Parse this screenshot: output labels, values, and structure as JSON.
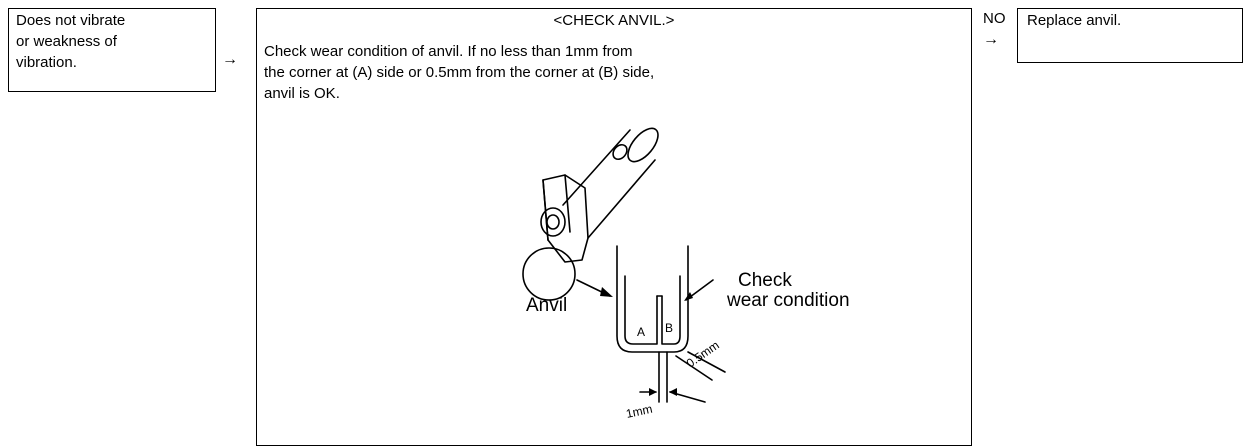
{
  "condition": {
    "lines": [
      "Does not vibrate",
      "or weakness of",
      "vibration."
    ]
  },
  "arrows": {
    "next": "→"
  },
  "check": {
    "title": "<CHECK ANVIL.>",
    "lines": [
      "Check wear condition of anvil. If no less than 1mm from",
      "the corner at (A) side or 0.5mm from the corner at (B) side,",
      "anvil is OK."
    ]
  },
  "branch": {
    "no_label": "NO"
  },
  "result": {
    "text": "Replace anvil."
  },
  "figure": {
    "label_anvil": "Anvil",
    "label_check_1": "Check",
    "label_check_2": "wear condition",
    "label_a": "A",
    "label_b": "B",
    "dim_1": "1mm",
    "dim_2": "0.5mm"
  }
}
